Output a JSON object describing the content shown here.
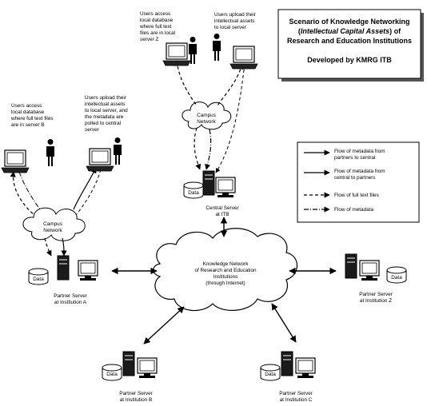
{
  "title": {
    "line1": "Scenario of Knowledge Networking",
    "line2_italic": "Intellectual Capital Assets",
    "line2_prefix": "(",
    "line2_suffix": ") of",
    "line3": "Research and Education Institutions",
    "credit": "Developed by KMRG ITB"
  },
  "notes": {
    "access_z": [
      "Users access",
      "local database",
      "where full text",
      "files are in local",
      "server Z"
    ],
    "upload_central": [
      "Users upload their",
      "intellectual assets",
      "to local server"
    ],
    "access_b": [
      "Users access",
      "local database",
      "where full text files",
      "are in server B"
    ],
    "upload_a": [
      "Users upload their",
      "intellectual assets",
      "to local server, and",
      "the metadata are",
      "polled to central",
      "server"
    ]
  },
  "clouds": {
    "campus_top": [
      "Campus",
      "Network"
    ],
    "campus_left": [
      "Campus",
      "Network"
    ],
    "knowledge": [
      "Knowledge Network",
      "of Research and Education",
      "Institutions",
      "(through Internet)"
    ]
  },
  "servers": {
    "central": [
      "Central Server",
      "at ITB"
    ],
    "a": [
      "Partner Server",
      "at Institution A"
    ],
    "z": [
      "Partner Server",
      "at Institution Z"
    ],
    "b": [
      "Partner Server",
      "at Institution B"
    ],
    "c": [
      "Partner Server",
      "at Institution C"
    ]
  },
  "data_label": "Data",
  "legend": {
    "items": [
      {
        "style": "solid",
        "lines": [
          "Flow of metadata from",
          "partners to central"
        ]
      },
      {
        "style": "solid",
        "lines": [
          "Flow of metadata from",
          "central to partners"
        ]
      },
      {
        "style": "dashed",
        "lines": [
          "Flow of full text files"
        ]
      },
      {
        "style": "dashdot",
        "lines": [
          "Flow of metadata"
        ]
      }
    ]
  }
}
